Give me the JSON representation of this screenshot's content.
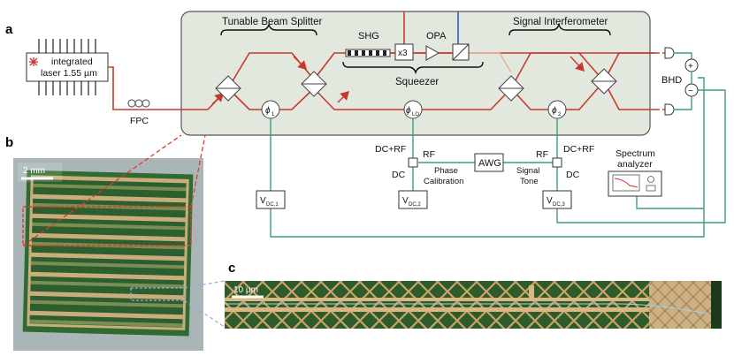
{
  "panels": {
    "a": "a",
    "b": "b",
    "c": "c"
  },
  "laser": {
    "line1": "integrated",
    "line2": "laser 1.55 µm"
  },
  "fpc": "FPC",
  "tunable_beam_splitter": "Tunable Beam Splitter",
  "signal_interferometer": "Signal Interferometer",
  "shg": "SHG",
  "x3": "x3",
  "opa": "OPA",
  "squeezer": "Squeezer",
  "bhd": "BHD",
  "plus": "+",
  "minus": "−",
  "phases": {
    "phi1": "ϕ",
    "phi1_sub": "1",
    "philo": "ϕ",
    "philo_sub": "LO",
    "phi2": "ϕ",
    "phi2_sub": "2"
  },
  "dc_rf_left": "DC+RF",
  "dc_rf_right": "DC+RF",
  "rf_left": "RF",
  "rf_right": "RF",
  "dc_left": "DC",
  "dc_right": "DC",
  "awg": "AWG",
  "phase_calibration": {
    "line1": "Phase",
    "line2": "Calibration"
  },
  "signal_tone": {
    "line1": "Signal",
    "line2": "Tone"
  },
  "spectrum_analyzer": {
    "line1": "Spectrum",
    "line2": "analyzer"
  },
  "vdc1": {
    "v": "V",
    "sub": "DC,1"
  },
  "vdc2": {
    "v": "V",
    "sub": "DC,2"
  },
  "vdc3": {
    "v": "V",
    "sub": "DC,3"
  },
  "scale_b": "2 mm",
  "scale_c": "10 µm",
  "colors": {
    "chip": "#e3e8df",
    "laser_path": "#c8382a",
    "green_wire": "#3e9e7a",
    "pump": "#e9b49e",
    "blue": "#2e58c8",
    "micro_bg": "#2c5a2a",
    "gold": "#c8a36a"
  }
}
